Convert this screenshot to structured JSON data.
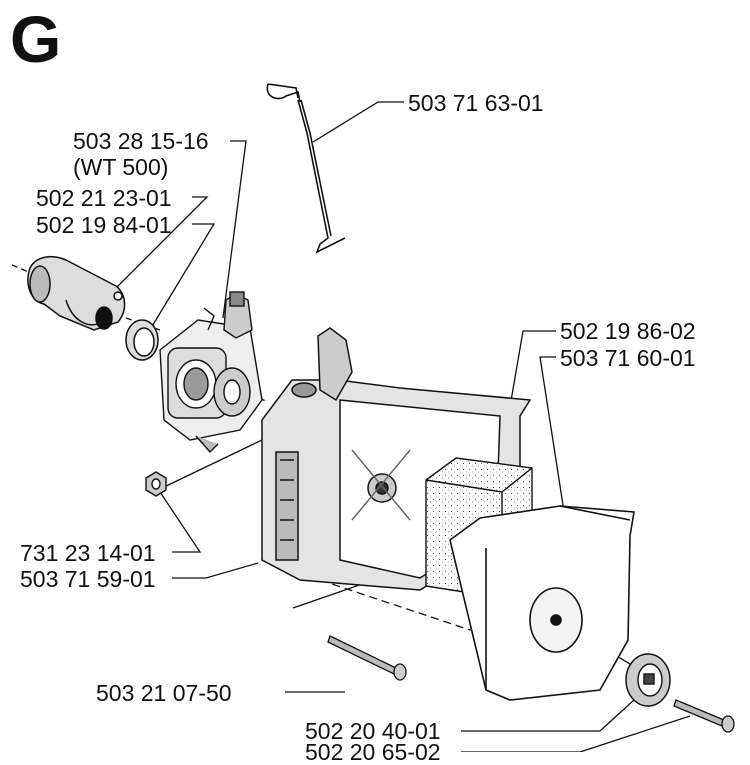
{
  "section": "G",
  "parts": [
    {
      "number": "503 71 63-01"
    },
    {
      "number": "503 28 15-16"
    },
    {
      "number": "(WT 500)"
    },
    {
      "number": "502 21 23-01"
    },
    {
      "number": "502 19 84-01"
    },
    {
      "number": "502 19 86-02"
    },
    {
      "number": "503 71 60-01"
    },
    {
      "number": "731 23 14-01"
    },
    {
      "number": "503 71 59-01"
    },
    {
      "number": "503 21 07-50"
    },
    {
      "number": "502 20 40-01"
    },
    {
      "number": "502 20 65-02"
    }
  ]
}
